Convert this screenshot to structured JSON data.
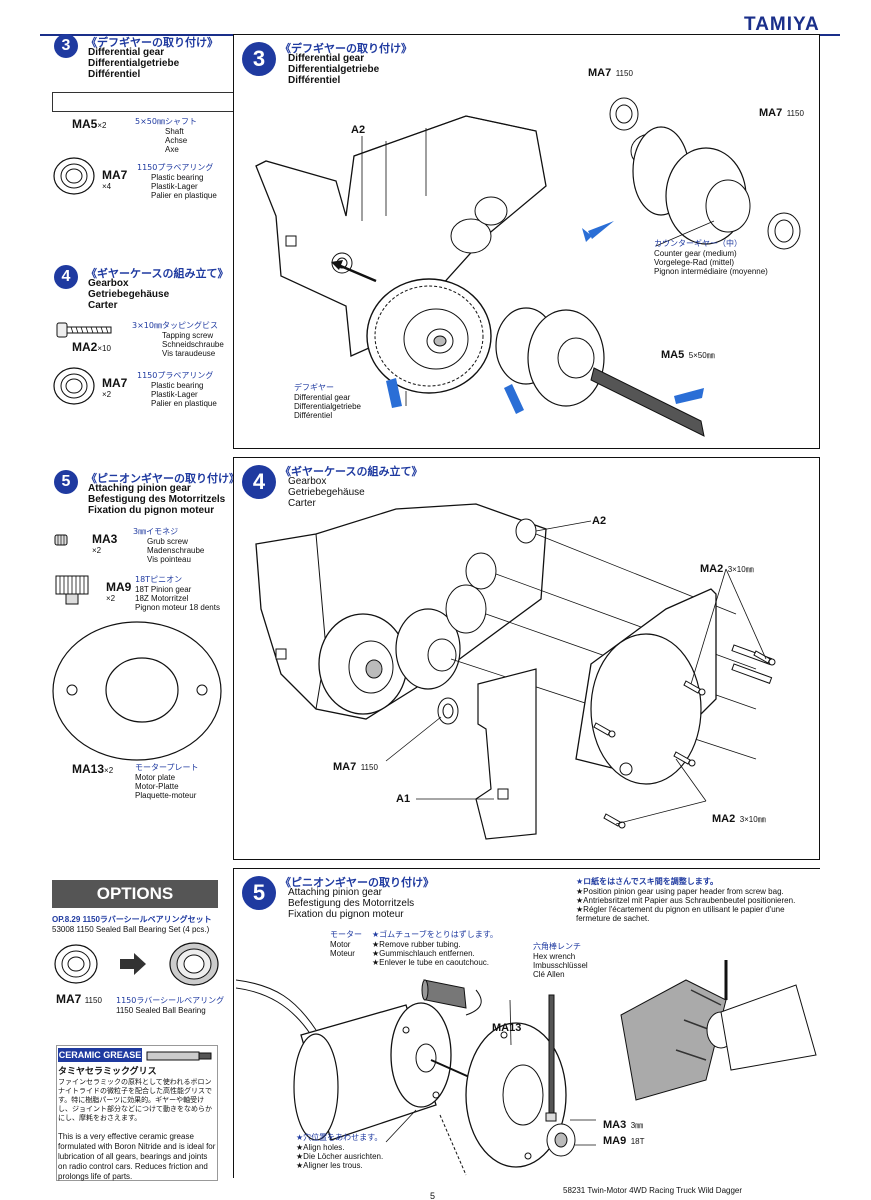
{
  "header": {
    "brand": "TAMIYA"
  },
  "left": {
    "s3": {
      "num": "3",
      "jp": "《デフギヤーの取り付け》",
      "en": "Differential gear",
      "de": "Differentialgetriebe",
      "fr": "Différentiel",
      "ma5_code": "MA5",
      "ma5_qty": "×2",
      "ma5_jp": "5×50㎜シャフト",
      "ma5_en": "Shaft",
      "ma5_de": "Achse",
      "ma5_fr": "Axe",
      "ma7_code": "MA7",
      "ma7_qty": "×4",
      "ma7_jp": "1150プラベアリング",
      "ma7_en": "Plastic bearing",
      "ma7_de": "Plastik-Lager",
      "ma7_fr": "Palier en plastique"
    },
    "s4": {
      "num": "4",
      "jp": "《ギヤーケースの組み立て》",
      "en": "Gearbox",
      "de": "Getriebegehäuse",
      "fr": "Carter",
      "ma2_code": "MA2",
      "ma2_qty": "×10",
      "ma2_jp": "3×10㎜タッピングビス",
      "ma2_en": "Tapping screw",
      "ma2_de": "Schneidschraube",
      "ma2_fr": "Vis taraudeuse",
      "ma7_code": "MA7",
      "ma7_qty": "×2",
      "ma7_jp": "1150プラベアリング",
      "ma7_en": "Plastic bearing",
      "ma7_de": "Plastik-Lager",
      "ma7_fr": "Palier en plastique"
    },
    "s5": {
      "num": "5",
      "jp": "《ピニオンギヤーの取り付け》",
      "en": "Attaching pinion gear",
      "de": "Befestigung des Motorritzels",
      "fr": "Fixation du pignon moteur",
      "ma3_code": "MA3",
      "ma3_qty": "×2",
      "ma3_jp": "3㎜イモネジ",
      "ma3_en": "Grub screw",
      "ma3_de": "Madenschraube",
      "ma3_fr": "Vis pointeau",
      "ma9_code": "MA9",
      "ma9_qty": "×2",
      "ma9_jp": "18Tピニオン",
      "ma9_en": "18T Pinion gear",
      "ma9_de": "18Z Motorritzel",
      "ma9_fr": "Pignon moteur 18 dents",
      "ma13_code": "MA13",
      "ma13_qty": "×2",
      "ma13_jp": "モータープレート",
      "ma13_en": "Motor plate",
      "ma13_de": "Motor-Platte",
      "ma13_fr": "Plaquette-moteur"
    },
    "options": {
      "title": "OPTIONS",
      "item_code": "OP.8.29",
      "item_jp": "1150ラバーシールベアリングセット",
      "item_en": "53008 1150 Sealed Ball Bearing Set (4 pcs.)",
      "from_code": "MA7",
      "from_size": "1150",
      "to_jp": "1150ラバーシールベアリング",
      "to_en": "1150 Sealed Ball Bearing"
    },
    "grease": {
      "logo": "CERAMIC GREASE",
      "jp_title": "タミヤセラミックグリス",
      "jp_body": "ファインセラミックの原料として使われるボロンナイトライドの微粒子を配合した高性能グリスです。特に樹脂パーツに効果的。ギヤーや軸受けし、ジョイント部分などにつけて動きをなめらかにし、摩耗をおさえます。",
      "en_body": "This is a very effective ceramic grease formulated with Boron Nitride and is ideal for lubrication of all gears, bearings and joints on radio control cars. Reduces friction and prolongs life of parts."
    }
  },
  "panel3": {
    "num": "3",
    "jp": "《デフギヤーの取り付け》",
    "en": "Differential gear",
    "de": "Differentialgetriebe",
    "fr": "Différentiel",
    "a2": "A2",
    "ma7a": "MA7",
    "ma7a_size": "1150",
    "ma7b": "MA7",
    "ma7b_size": "1150",
    "counter_jp": "カウンターギヤー（中）",
    "counter_en": "Counter gear (medium)",
    "counter_de": "Vorgelege-Rad (mittel)",
    "counter_fr": "Pignon intermédiaire (moyenne)",
    "diff_jp": "デフギヤー",
    "diff_en": "Differential gear",
    "diff_de": "Differentialgetriebe",
    "diff_fr": "Différentiel",
    "ma5": "MA5",
    "ma5_size": "5×50㎜"
  },
  "panel4": {
    "num": "4",
    "jp": "《ギヤーケースの組み立て》",
    "en": "Gearbox",
    "de": "Getriebegehäuse",
    "fr": "Carter",
    "a2": "A2",
    "ma2a": "MA2",
    "ma2a_size": "3×10㎜",
    "ma7": "MA7",
    "ma7_size": "1150",
    "a1": "A1",
    "ma2b": "MA2",
    "ma2b_size": "3×10㎜"
  },
  "panel5": {
    "num": "5",
    "jp": "《ピニオンギヤーの取り付け》",
    "en": "Attaching pinion gear",
    "de": "Befestigung des Motorritzels",
    "fr": "Fixation du pignon moteur",
    "paper_jp": "★ロ紙をはさんでスキ間を調整します。",
    "paper_en": "★Position pinion gear using paper header from screw bag.",
    "paper_de": "★Antriebsritzel mit Papier aus Schraubenbeutel positionieren.",
    "paper_fr": "★Régler l'écartement du pignon en utilisant le papier d'une fermeture de sachet.",
    "motor_jp": "モーター",
    "motor_en": "Motor",
    "motor_de": "Moteur",
    "tube_jp": "★ゴムチューブをとりはずします。",
    "tube_en": "★Remove rubber tubing.",
    "tube_de": "★Gummischlauch entfernen.",
    "tube_fr": "★Enlever le tube en caoutchouc.",
    "hex_jp": "六角棒レンチ",
    "hex_en": "Hex wrench",
    "hex_de": "Imbusschlüssel",
    "hex_fr": "Clé Allen",
    "ma13": "MA13",
    "ma3": "MA3",
    "ma3_size": "3㎜",
    "ma9": "MA9",
    "ma9_size": "18T",
    "align_jp": "★穴位置をあわせます。",
    "align_en": "★Align holes.",
    "align_de": "★Die Löcher ausrichten.",
    "align_fr": "★Aligner les trous."
  },
  "footer": {
    "text": "58231 Twin-Motor 4WD Racing Truck Wild Dagger",
    "page": "5"
  },
  "colors": {
    "accent": "#1f3aa0",
    "brand": "#1a2f8a"
  }
}
